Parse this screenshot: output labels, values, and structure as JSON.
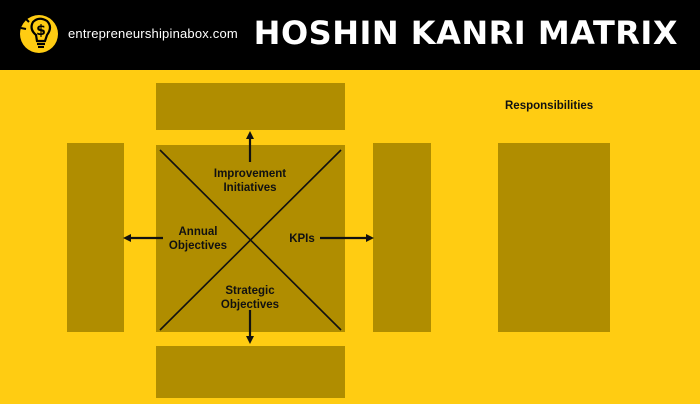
{
  "header": {
    "site_name": "entrepreneurshipinabox.com",
    "title": "HOSHIN KANRI MATRIX",
    "logo_glyph": "$",
    "logo_icon": "lightbulb-dollar-icon"
  },
  "matrix": {
    "top_label": "Improvement\nInitiatives",
    "left_label": "Annual\nObjectives",
    "right_label": "KPIs",
    "bottom_label": "Strategic\nObjectives"
  },
  "responsibilities_label": "Responsibilities",
  "colors": {
    "background": "#FFCC12",
    "header": "#000000",
    "box": "#B08D00",
    "text": "#111111"
  }
}
